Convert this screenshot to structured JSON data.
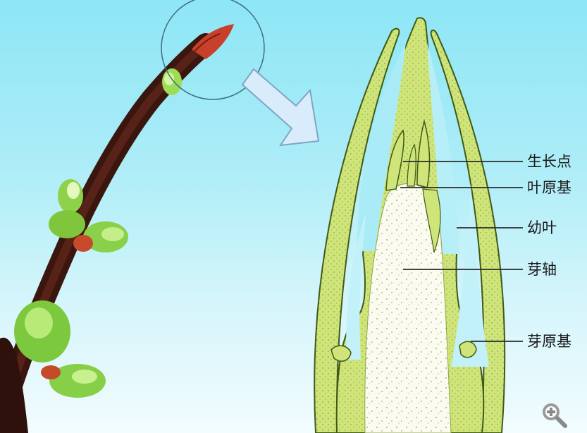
{
  "labels": {
    "growing_point": "生长点",
    "leaf_primordium": "叶原基",
    "young_leaf": "幼叶",
    "bud_axis": "芽轴",
    "bud_primordium": "芽原基"
  },
  "colors": {
    "background_top": "#8ee6f6",
    "background_bottom": "#f2fcfe",
    "leaf_green": "#cfe57a",
    "leaf_outline": "#3f5a16",
    "axis_fill": "#fbfbef",
    "branch": "#4a1f14",
    "bud_green": "#8ed24a",
    "arrow_fill": "#d9ecfb"
  },
  "icons": {
    "zoom": "zoom-in-icon"
  }
}
